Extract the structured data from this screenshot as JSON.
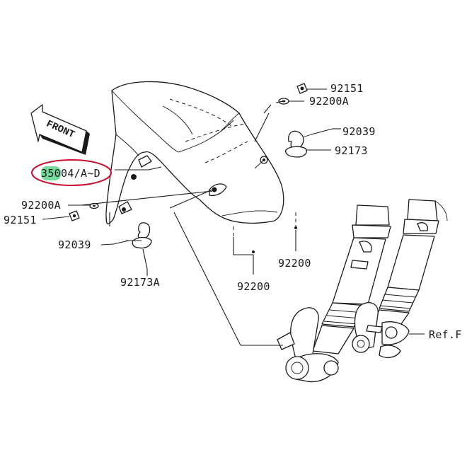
{
  "direction_label": "FRONT",
  "highlight": {
    "stroke_color": "#c8102e",
    "fill_color": "#5fd38a"
  },
  "labels": {
    "bolt_top": "92151",
    "washer_top": "92200A",
    "clip_top": "92039",
    "clamp_top": "92173",
    "fender": "35004/A~D",
    "washer_left": "92200A",
    "bolt_left": "92151",
    "clip_left": "92039",
    "clamp_left": "92173A",
    "screw_center": "92200",
    "screw_right": "92200",
    "fork_ref": "Ref.F"
  }
}
